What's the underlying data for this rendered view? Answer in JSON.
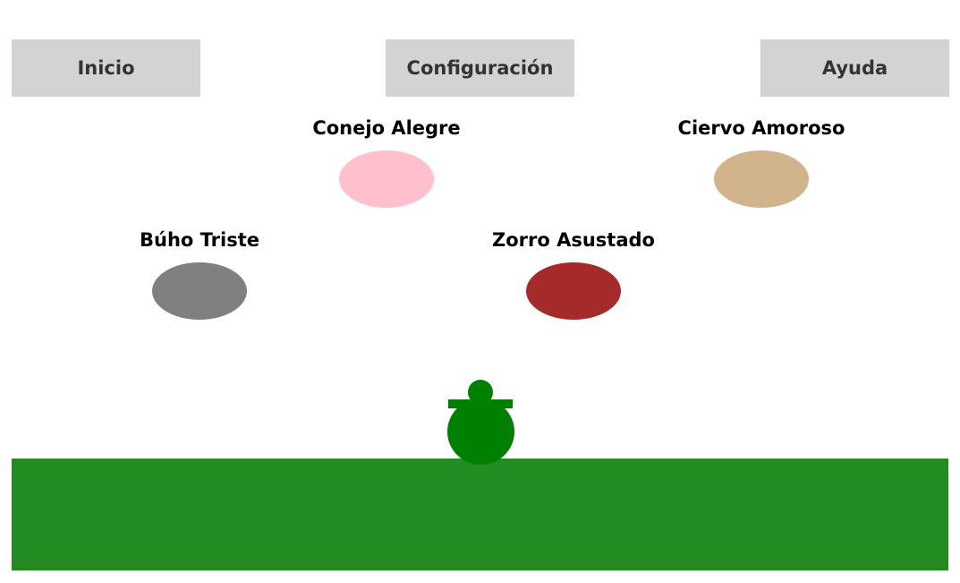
{
  "menu": {
    "inicio_label": "Inicio",
    "config_label": "Configuración",
    "ayuda_label": "Ayuda",
    "button_color": "#d3d3d3",
    "text_color": "#333333"
  },
  "animals": [
    {
      "name": "Conejo Alegre",
      "color": "#ffc0cb"
    },
    {
      "name": "Ciervo Amoroso",
      "color": "#d2b48c"
    },
    {
      "name": "Búho Triste",
      "color": "#808080"
    },
    {
      "name": "Zorro Asustado",
      "color": "#a52a2a"
    }
  ],
  "ground": {
    "color": "#228b22"
  },
  "player": {
    "color": "#008000"
  }
}
